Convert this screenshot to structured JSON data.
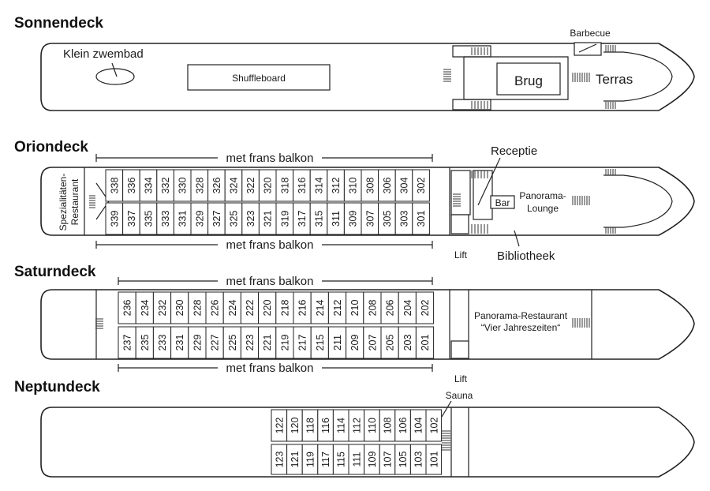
{
  "decks": {
    "sonnendeck": {
      "title": "Sonnendeck",
      "pool": "Klein zwembad",
      "shuffleboard": "Shuffleboard",
      "bridge": "Brug",
      "terrace": "Terras",
      "barbecue": "Barbecue"
    },
    "oriondeck": {
      "title": "Oriondeck",
      "balcony_top": "met frans balkon",
      "balcony_bottom": "met frans balkon",
      "restaurant": "Spezialitäten-",
      "restaurant2": "Restaurant",
      "reception": "Receptie",
      "bar": "Bar",
      "lounge1": "Panorama-",
      "lounge2": "Lounge",
      "lift": "Lift",
      "library": "Bibliotheek",
      "cabins_top": [
        "338",
        "336",
        "334",
        "332",
        "330",
        "328",
        "326",
        "324",
        "322",
        "320",
        "318",
        "316",
        "314",
        "312",
        "310",
        "308",
        "306",
        "304",
        "302"
      ],
      "cabins_bottom": [
        "339",
        "337",
        "335",
        "333",
        "331",
        "329",
        "327",
        "325",
        "323",
        "321",
        "319",
        "317",
        "315",
        "311",
        "309",
        "307",
        "305",
        "303",
        "301"
      ]
    },
    "saturndeck": {
      "title": "Saturndeck",
      "balcony_top": "met frans balkon",
      "balcony_bottom": "met frans balkon",
      "restaurant1": "Panorama-Restaurant",
      "restaurant2": "“Vier Jahreszeiten“",
      "lift": "Lift",
      "cabins_top": [
        "236",
        "234",
        "232",
        "230",
        "228",
        "226",
        "224",
        "222",
        "220",
        "218",
        "216",
        "214",
        "212",
        "210",
        "208",
        "206",
        "204",
        "202"
      ],
      "cabins_bottom": [
        "237",
        "235",
        "233",
        "231",
        "229",
        "227",
        "225",
        "223",
        "221",
        "219",
        "217",
        "215",
        "211",
        "209",
        "207",
        "205",
        "203",
        "201"
      ]
    },
    "neptundeck": {
      "title": "Neptundeck",
      "sauna": "Sauna",
      "cabins_top": [
        "122",
        "120",
        "118",
        "116",
        "114",
        "112",
        "110",
        "108",
        "106",
        "104",
        "102"
      ],
      "cabins_bottom": [
        "123",
        "121",
        "119",
        "117",
        "115",
        "111",
        "109",
        "107",
        "105",
        "103",
        "101"
      ]
    }
  },
  "colors": {
    "line": "#222222",
    "background": "#ffffff",
    "text": "#1a1a1a"
  }
}
